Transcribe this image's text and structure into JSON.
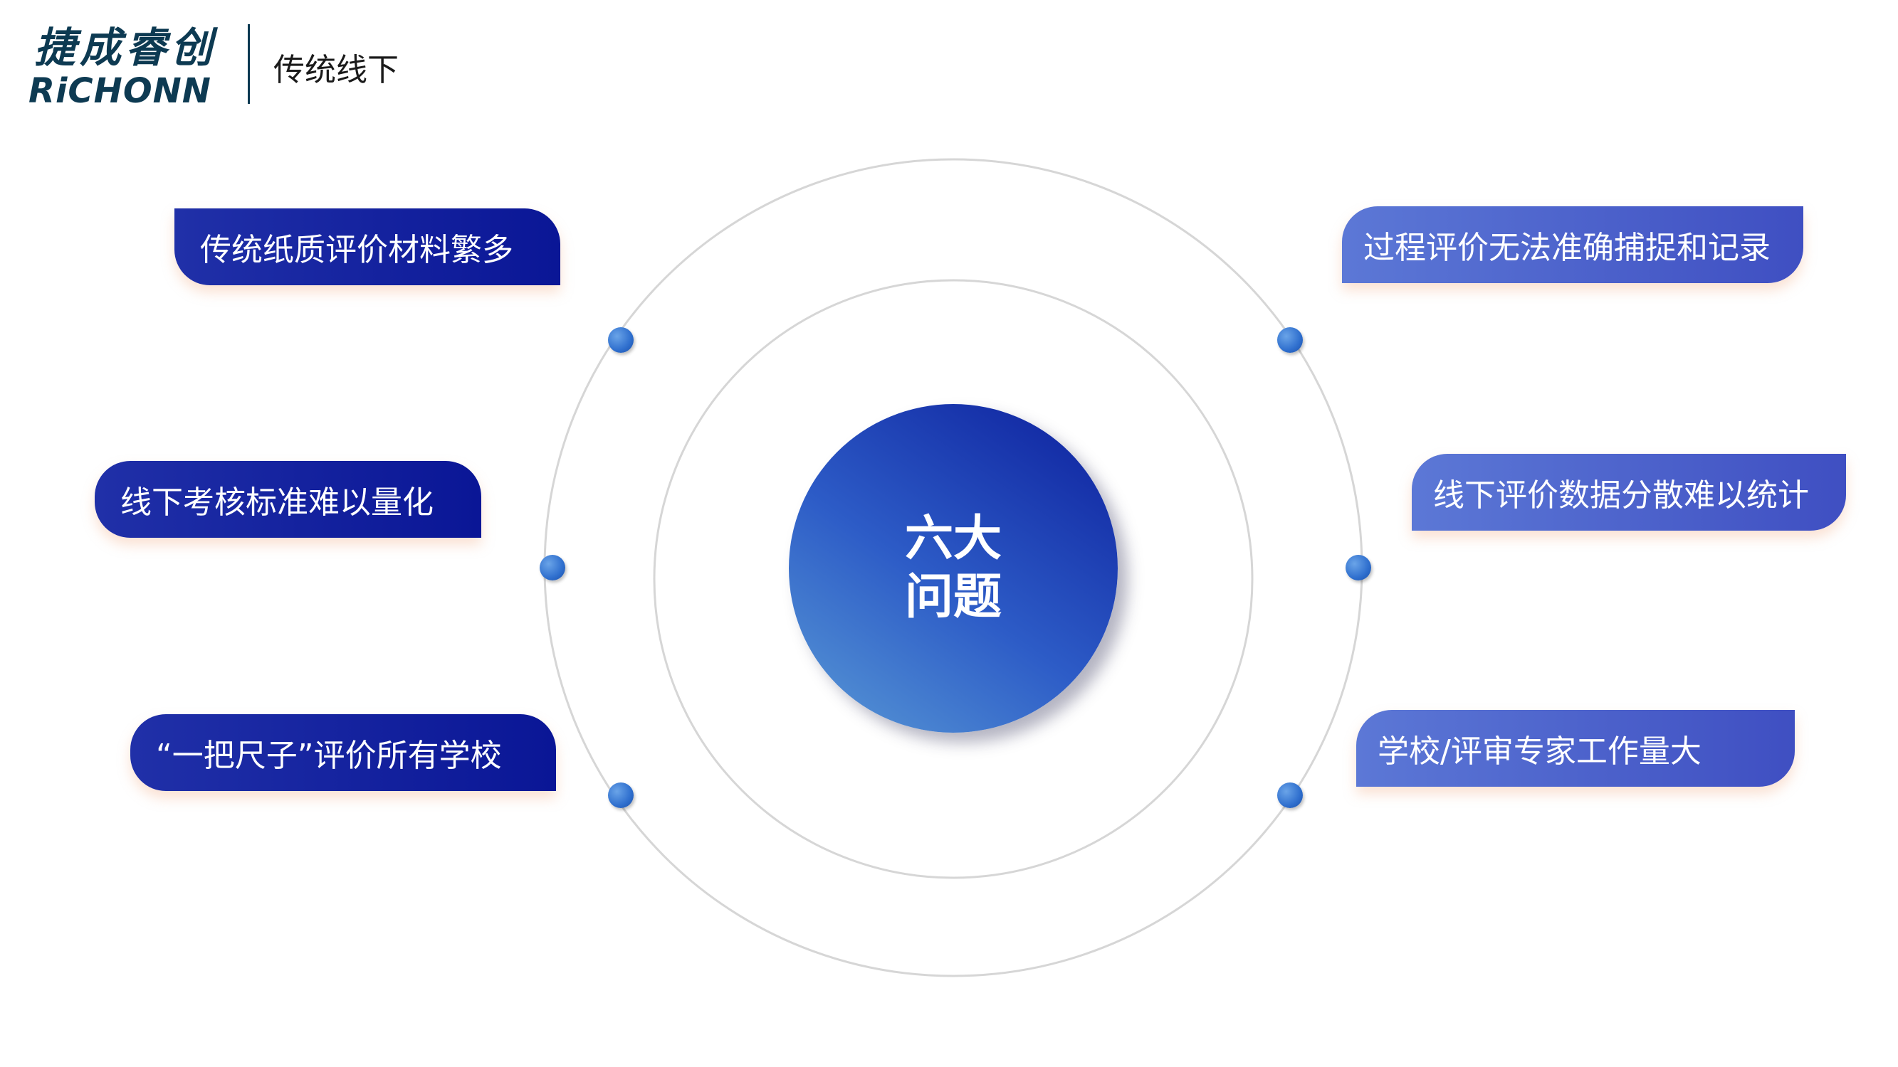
{
  "header": {
    "logo_cn": "捷成睿创",
    "logo_en": "RiCHONN",
    "title": "传统线下"
  },
  "center": {
    "line1": "六大",
    "line2": "问题"
  },
  "issues": [
    {
      "label": "传统纸质评价材料繁多"
    },
    {
      "label": "线下考核标准难以量化"
    },
    {
      "label": "“一把尺子”评价所有学校"
    },
    {
      "label": "过程评价无法准确捕捉和记录"
    },
    {
      "label": "线下评价数据分散难以统计"
    },
    {
      "label": "学校/评审专家工作量大"
    }
  ],
  "colors": {
    "brand": "#0d3a52",
    "left_label": "#0a1696",
    "right_label": "#4a5fc8",
    "dot": "#2f6fce"
  }
}
